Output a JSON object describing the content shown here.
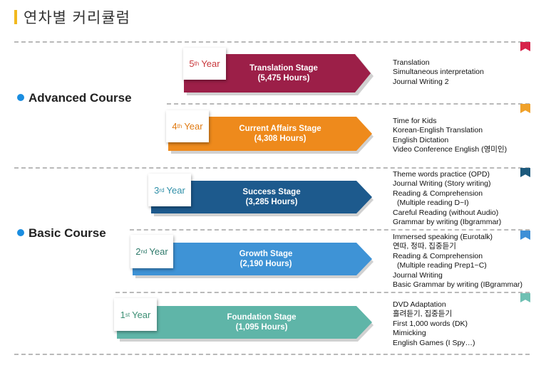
{
  "title": "연차별 커리큘럼",
  "colors": {
    "accent": "#f2b91e",
    "dot": "#1a8de0"
  },
  "courses": {
    "advanced": "Advanced Course",
    "basic": "Basic Course"
  },
  "stages": [
    {
      "year_num": "5",
      "year_sup": "th",
      "year_word": "Year",
      "name": "Translation Stage",
      "hours": "(5,475 Hours)",
      "color": "#9c1f48",
      "year_color": "#c8383c",
      "items": [
        "Translation",
        "Simultaneous interpretation",
        "Journal Writing 2"
      ]
    },
    {
      "year_num": "4",
      "year_sup": "th",
      "year_word": "Year",
      "name": "Current Affairs Stage",
      "hours": "(4,308 Hours)",
      "color": "#ee8a1c",
      "year_color": "#e07a12",
      "items": [
        "Time for Kids",
        "Korean-English Translation",
        "English Dictation",
        "Video Conference English (영미인)"
      ]
    },
    {
      "year_num": "3",
      "year_sup": "rd",
      "year_word": "Year",
      "name": "Success Stage",
      "hours": "(3,285 Hours)",
      "color": "#1d5a8d",
      "year_color": "#2f8fa8",
      "items": [
        "Theme words practice (OPD)",
        "Journal Writing (Story writing)",
        "Reading & Comprehension",
        "(Multiple reading D~I)",
        "Careful Reading (without Audio)",
        "Grammar by writing (Ibgrammar)"
      ]
    },
    {
      "year_num": "2",
      "year_sup": "nd",
      "year_word": "Year",
      "name": "Growth Stage",
      "hours": "(2,190 Hours)",
      "color": "#3e93d6",
      "year_color": "#2f7a6b",
      "items": [
        "Immersed speaking (Eurotalk)",
        "연따, 정따, 집중듣기",
        "Reading & Comprehension",
        "(Multiple reading Prep1~C)",
        "Journal Writing",
        "Basic Grammar by writing (IBgrammar)"
      ]
    },
    {
      "year_num": "1",
      "year_sup": "st",
      "year_word": "Year",
      "name": "Foundation Stage",
      "hours": "(1,095 Hours)",
      "color": "#5fb5a8",
      "year_color": "#3c8f74",
      "items": [
        "DVD Adaptation",
        "흘려듣기, 집중듣기",
        "First 1,000 words (DK)",
        "Mimicking",
        "English Games (I Spy…)"
      ]
    }
  ]
}
